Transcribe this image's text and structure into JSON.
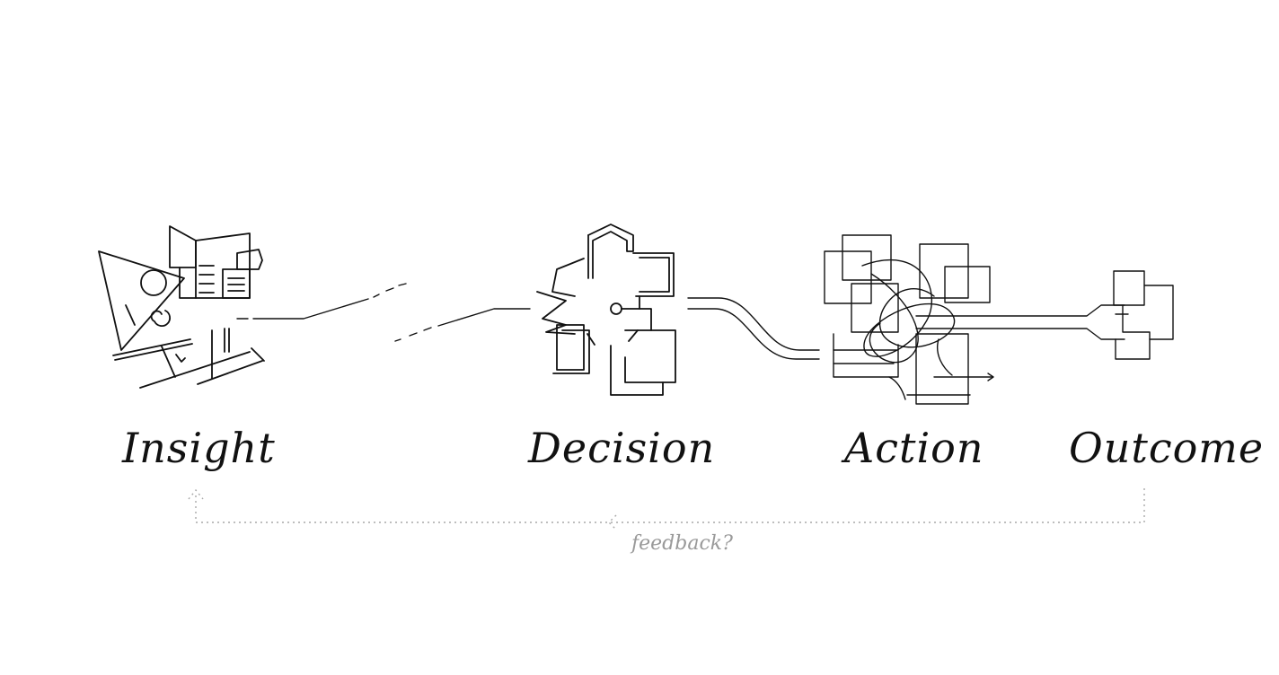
{
  "stages": [
    {
      "id": "insight",
      "label": "Insight",
      "icon": "scattered-shapes-icon"
    },
    {
      "id": "decision",
      "label": "Decision",
      "icon": "cross-plan-icon"
    },
    {
      "id": "action",
      "label": "Action",
      "icon": "tangled-boxes-icon"
    },
    {
      "id": "outcome",
      "label": "Outcome",
      "icon": "simple-boxes-icon"
    }
  ],
  "feedback": {
    "label": "feedback?",
    "from": "outcome",
    "to": "insight",
    "style": "dotted"
  },
  "colors": {
    "ink": "#111111",
    "feedback": "#a8a8a8",
    "background": "#ffffff"
  }
}
